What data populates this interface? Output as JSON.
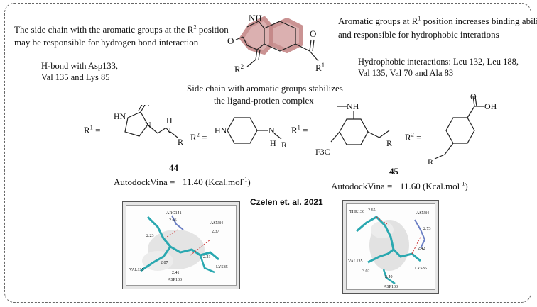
{
  "top_left_note": {
    "line1_pre": "The side chain with the aromatic groups at the R",
    "line1_sup": "2",
    "line1_post": " position",
    "line2": "may be responsible for hydrogen bond interaction"
  },
  "hbond_note": {
    "line1": "H-bond with Asp133,",
    "line2": "Val 135 and Lys 85"
  },
  "top_right_note": {
    "line1_pre": "Aromatic groups at R",
    "line1_sup": "1",
    "line1_post": " position increases binding ability",
    "line2": "and responsible for hydrophobic interations"
  },
  "hydrophobic_note": {
    "line1": "Hydrophobic interactions: Leu 132, Leu 188,",
    "line2": "Val 135, Val 70 and Ala 83"
  },
  "center_note": {
    "line1": "Side chain with aromatic groups stabilizes",
    "line2": "the ligand-protien complex"
  },
  "scaffold_labels": {
    "nh": "NH",
    "o_left": "O",
    "o_right": "O",
    "r1": "R",
    "r1_sup": "1",
    "r2": "R",
    "r2_sup": "2"
  },
  "compound_44": {
    "number": "44",
    "r1_label": "R",
    "r1_sup": "1",
    "r1_eq": "=",
    "r2_label": "R",
    "r2_sup": "2",
    "r2_eq": "=",
    "atoms": {
      "hn": "HN",
      "o": "O",
      "n": "N",
      "h": "H",
      "r": "R",
      "nh_pip": "HN",
      "n2": "N",
      "h2": "H",
      "r2": "R"
    },
    "score_text": "AutodockVina = −11.40 (Kcal.mol",
    "score_sup": "-1",
    "score_close": ")"
  },
  "compound_45": {
    "number": "45",
    "r1_label": "R",
    "r1_sup": "1",
    "r1_eq": "=",
    "r2_label": "R",
    "r2_sup": "2",
    "r2_eq": "=",
    "atoms": {
      "nh": "NH",
      "f3c": "F3C",
      "o": "O",
      "oh": "OH",
      "r": "R",
      "r2": "R"
    },
    "score_text": "AutodockVina = −11.60 (Kcal.mol",
    "score_sup": "-1",
    "score_close": ")"
  },
  "citation": "Czelen et. al. 2021",
  "docking_left": {
    "residues": [
      "ARG141",
      "ASN84",
      "VAL135",
      "LYS85",
      "ASP133"
    ],
    "distances": [
      "2.66",
      "2.23",
      "2.37",
      "2.07",
      "2.41",
      "2.21"
    ]
  },
  "docking_right": {
    "residues": [
      "THR136",
      "ASN84",
      "VAL135",
      "LYS85",
      "ASP133"
    ],
    "distances": [
      "2.65",
      "2.73",
      "2.42",
      "2.40",
      "3.02"
    ]
  }
}
